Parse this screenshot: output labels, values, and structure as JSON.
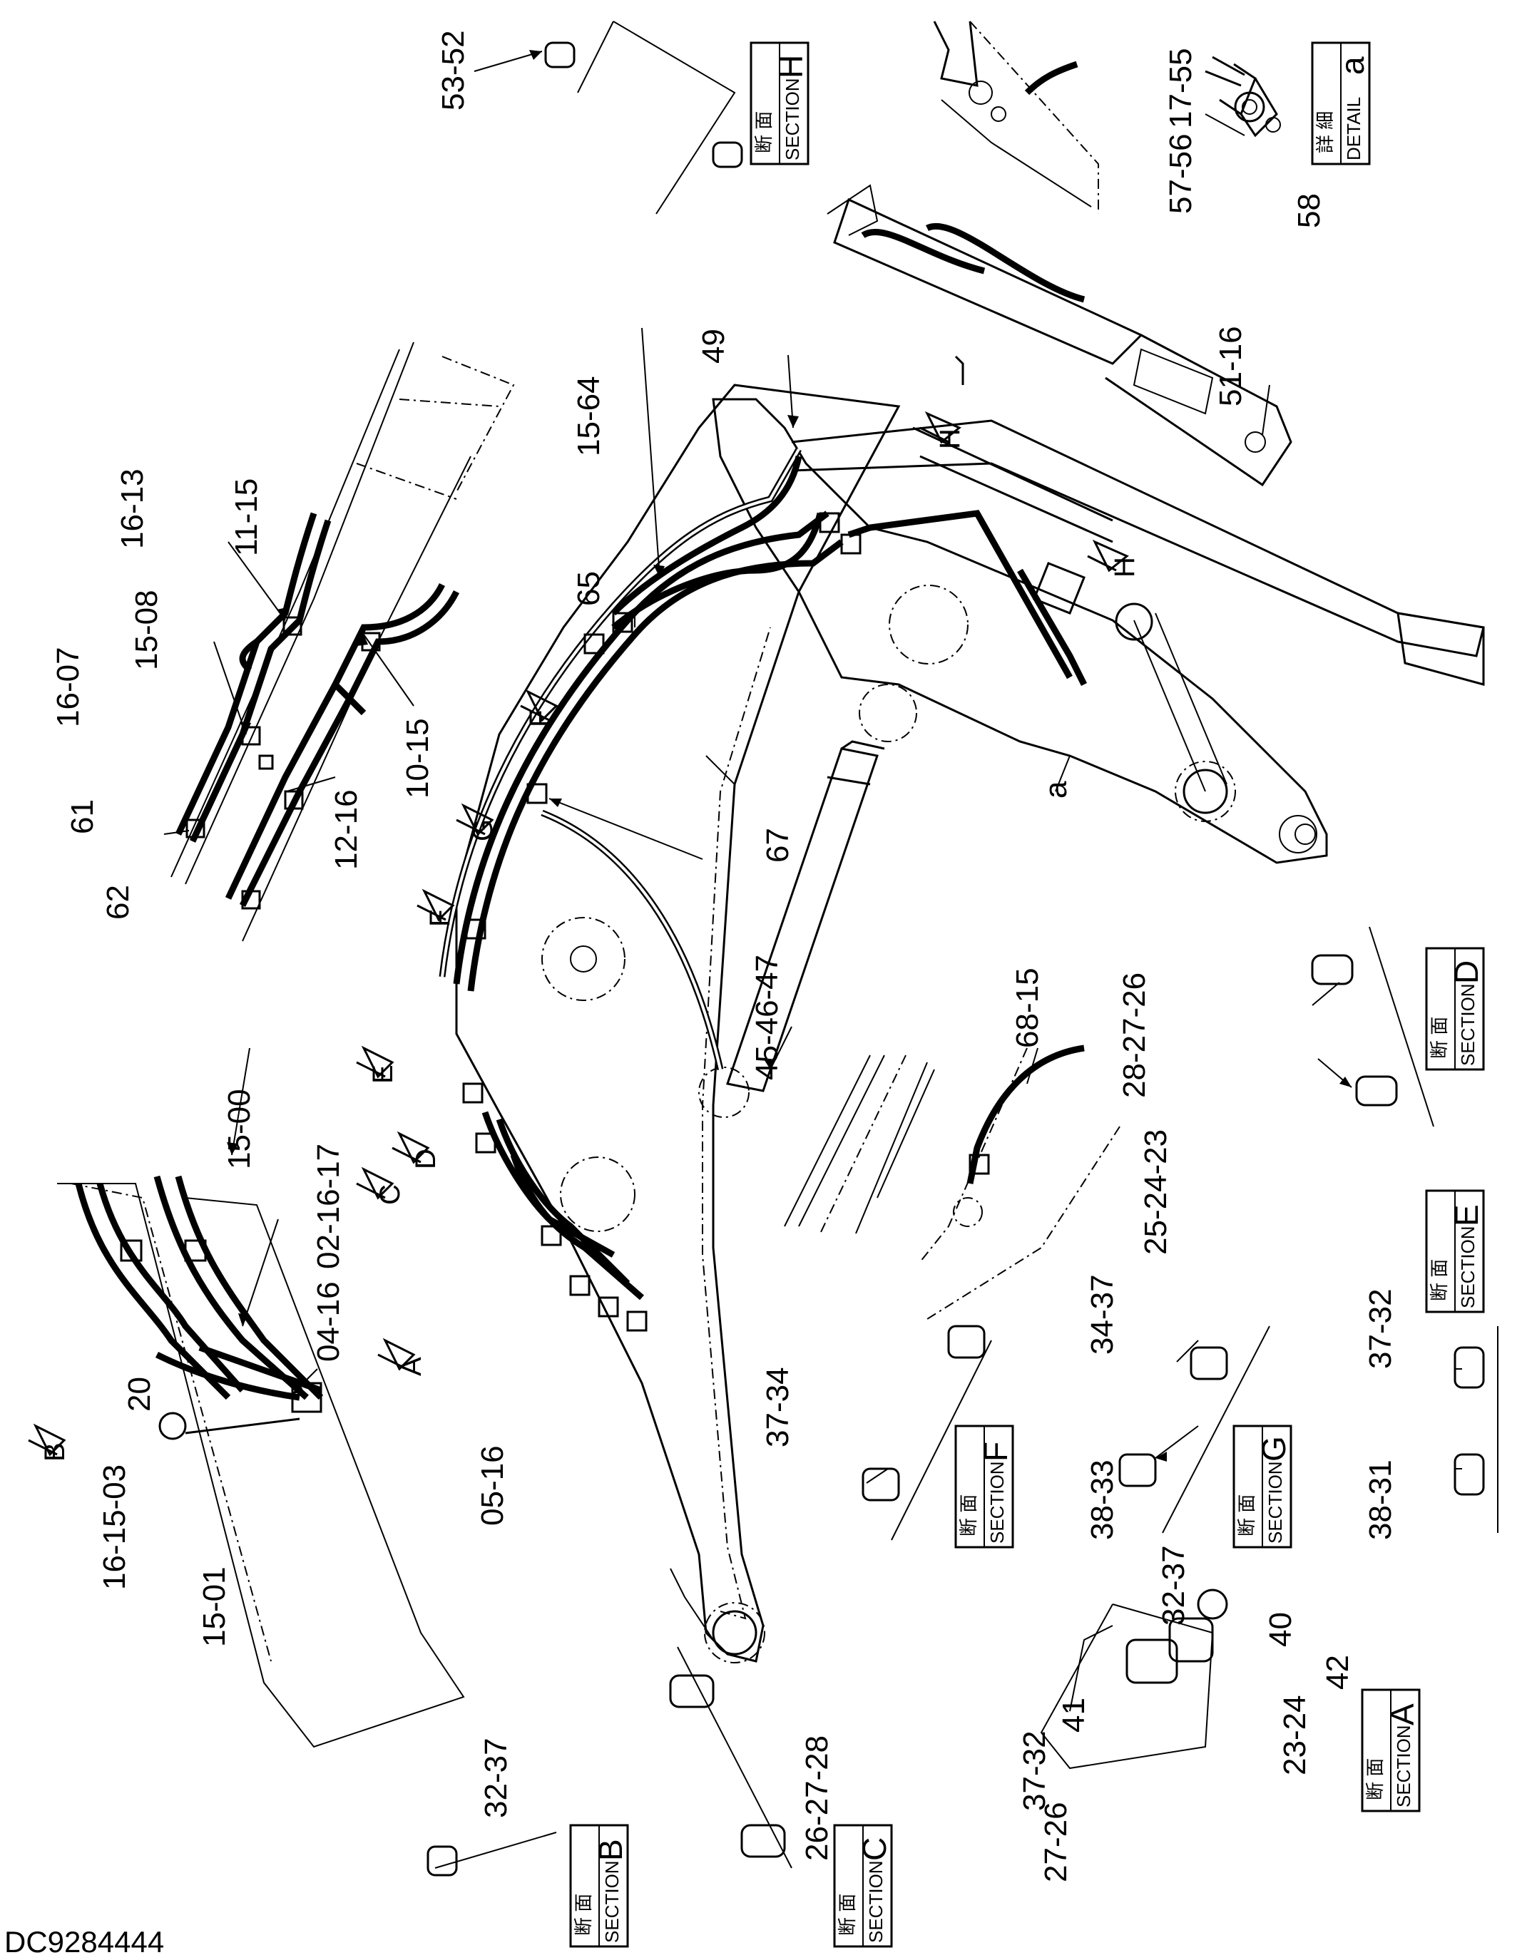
{
  "document_id": "DC9284444",
  "sections": [
    {
      "id": "H",
      "jp": "断 面",
      "en": "SECTION"
    },
    {
      "id": "a",
      "jp": "詳 細",
      "en": "DETAIL"
    },
    {
      "id": "D",
      "jp": "断 面",
      "en": "SECTION"
    },
    {
      "id": "E",
      "jp": "断 面",
      "en": "SECTION"
    },
    {
      "id": "F",
      "jp": "断 面",
      "en": "SECTION"
    },
    {
      "id": "G",
      "jp": "断 面",
      "en": "SECTION"
    },
    {
      "id": "A",
      "jp": "断 面",
      "en": "SECTION"
    },
    {
      "id": "B",
      "jp": "断 面",
      "en": "SECTION"
    },
    {
      "id": "C",
      "jp": "断 面",
      "en": "SECTION"
    }
  ],
  "view_arrows": [
    "H",
    "H",
    "F",
    "G",
    "F",
    "E",
    "D",
    "C",
    "A",
    "B"
  ],
  "callouts": [
    "53-52",
    "17-55",
    "57-56",
    "58",
    "49",
    "15-64",
    "51-16",
    "65",
    "16-13",
    "11-15",
    "15-08",
    "16-07",
    "61",
    "62",
    "10-15",
    "12-16",
    "67",
    "a",
    "45-46-47",
    "68-15",
    "28-27-26",
    "25-24-23",
    "15-00",
    "02-16-17",
    "04-16",
    "20",
    "05-16",
    "16-15-03",
    "15-01",
    "37-34",
    "34-37",
    "38-33",
    "37-32",
    "38-31",
    "32-37",
    "40",
    "42",
    "41",
    "37-32",
    "23-24",
    "27-26",
    "26-27-28",
    "32-37"
  ]
}
